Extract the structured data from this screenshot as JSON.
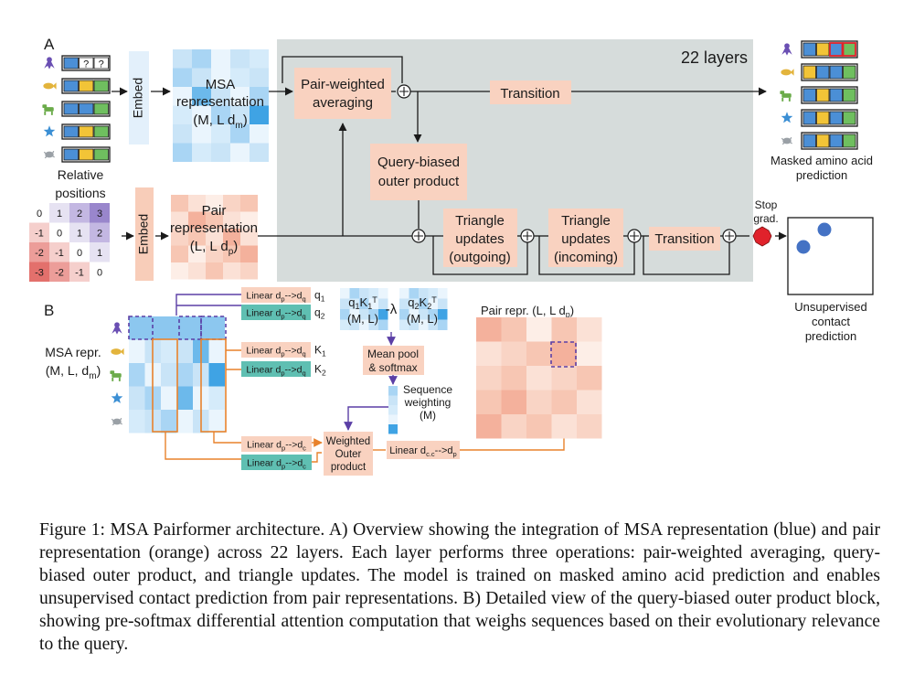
{
  "colors": {
    "msa_blue": "#4aa3df",
    "pair_orange": "#f0a487",
    "block_fill": "#f9d2c0",
    "layer_bg": "#d6dcdb",
    "teal": "#5fbfb2",
    "purple": "#5b3fa6",
    "orange_line": "#e8822c",
    "stop_red": "#e0222b",
    "dot_blue": "#4472c4"
  },
  "panel_a": {
    "label": "A",
    "layers_label": "22 layers",
    "embed_msa": "Embed",
    "embed_pair": "Embed",
    "msa_repr": [
      "MSA",
      "representation",
      "(M, L d",
      "m",
      ")"
    ],
    "pair_repr": [
      "Pair",
      "representation",
      "(L, L d",
      "p",
      ")"
    ],
    "pair_weighted": [
      "Pair-weighted",
      "averaging"
    ],
    "query_biased": [
      "Query-biased",
      "outer product"
    ],
    "transition_top": "Transition",
    "triangle_out": [
      "Triangle",
      "updates",
      "(outgoing)"
    ],
    "triangle_in": [
      "Triangle",
      "updates",
      "(incoming)"
    ],
    "transition_bottom": "Transition",
    "relative_positions": [
      "Relative",
      "positions"
    ],
    "rel_matrix": [
      [
        "0",
        "1",
        "2",
        "3"
      ],
      [
        "-1",
        "0",
        "1",
        "2"
      ],
      [
        "-2",
        "-1",
        "0",
        "1"
      ],
      [
        "-3",
        "-2",
        "-1",
        "0"
      ]
    ],
    "stop_grad": [
      "Stop",
      "grad."
    ],
    "masked_output": [
      "Masked amino acid",
      "prediction"
    ],
    "contact_output": [
      "Unsupervised",
      "contact",
      "prediction"
    ],
    "masked_token": "?"
  },
  "panel_b": {
    "label": "B",
    "msa_repr": [
      "MSA repr.",
      "(M, L, d",
      "m",
      ")"
    ],
    "lin_q1": "Linear d",
    "lin_q1_sub_in": "p",
    "lin_q1_sub_out": "q",
    "q1": "q",
    "q1_sub": "1",
    "q2": "q",
    "q2_sub": "2",
    "k1": "K",
    "k1_sub": "1",
    "k2": "K",
    "k2_sub": "2",
    "arrow_text": "-->",
    "qk1": [
      "q",
      "1",
      "K",
      "1",
      "T",
      "(M, L)"
    ],
    "minus_lambda": "-λ",
    "qk2": [
      "q",
      "2",
      "K",
      "2",
      "T",
      "(M, L)"
    ],
    "mean_pool": [
      "Mean pool",
      "& softmax"
    ],
    "seq_weighting": [
      "Sequence",
      "weighting",
      "(M)"
    ],
    "lin_c1": [
      "Linear d",
      "p",
      "-->d",
      "c"
    ],
    "lin_c2": [
      "Linear d",
      "p",
      "-->d",
      "c"
    ],
    "weighted_outer": [
      "Weighted",
      "Outer",
      "product"
    ],
    "lin_cc": [
      "Linear d",
      "c.c",
      "-->d",
      "p"
    ],
    "pair_repr": [
      "Pair repr. (L, L d",
      "p",
      ")"
    ]
  },
  "caption": "Figure 1: MSA Pairformer architecture. A) Overview showing the integration of MSA representation (blue) and pair representation (orange) across 22 layers. Each layer performs three operations: pair-weighted averaging, query-biased outer product, and triangle updates. The model is trained on masked amino acid prediction and enables unsupervised contact prediction from pair representations. B) Detailed view of the query-biased outer product block, showing pre-softmax differential attention computation that weighs sequences based on their evolutionary relevance to the query."
}
